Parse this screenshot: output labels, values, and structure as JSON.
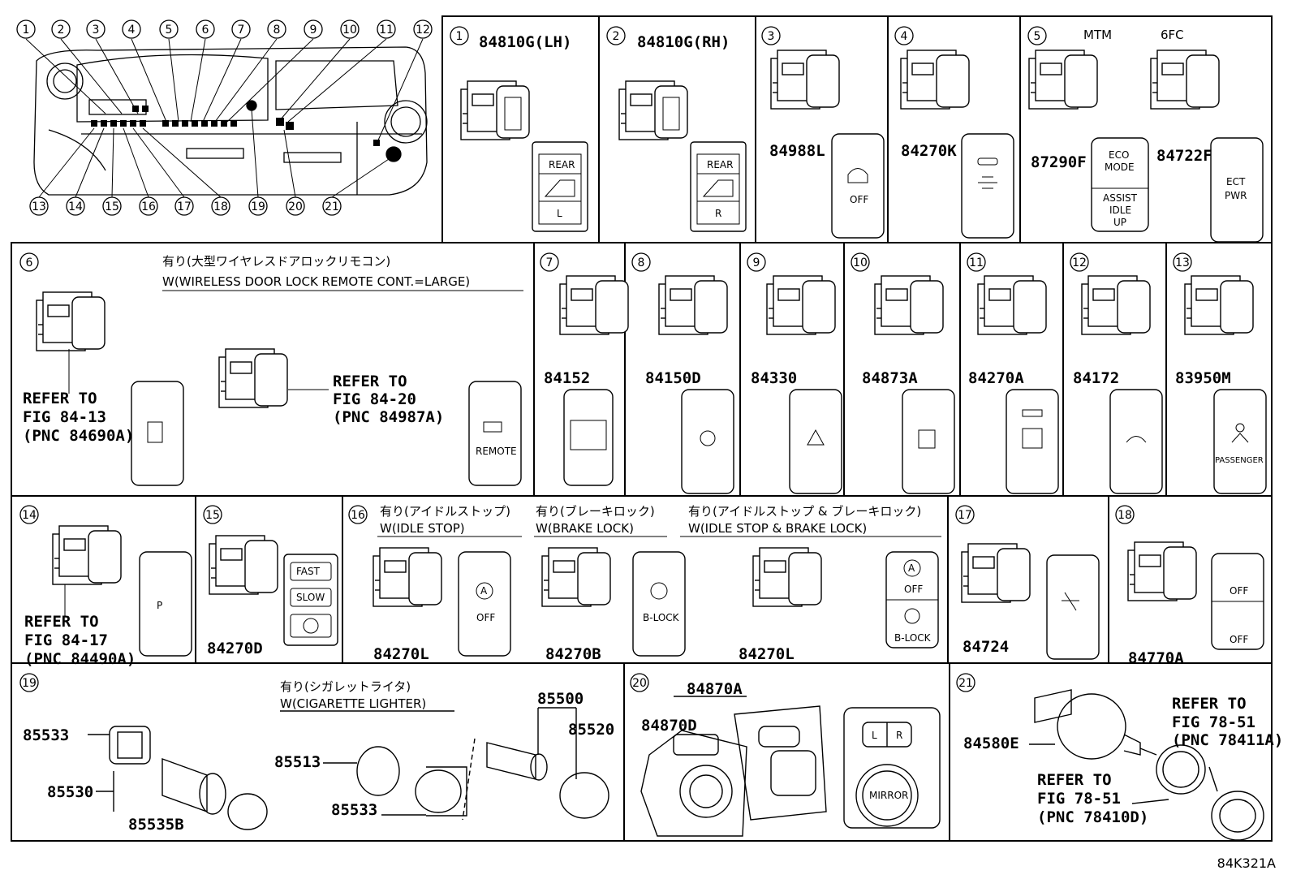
{
  "drawing_code": "84K321A",
  "overview": {
    "callouts": [
      "1",
      "2",
      "3",
      "4",
      "5",
      "6",
      "7",
      "8",
      "9",
      "10",
      "11",
      "12",
      "13",
      "14",
      "15",
      "16",
      "17",
      "18",
      "19",
      "20",
      "21"
    ]
  },
  "cells": [
    {
      "n": "1",
      "parts": [
        "84810G(LH)"
      ],
      "buttons": [
        "REAR",
        "L"
      ]
    },
    {
      "n": "2",
      "parts": [
        "84810G(RH)"
      ],
      "buttons": [
        "REAR",
        "R"
      ]
    },
    {
      "n": "3",
      "parts": [
        "84988L"
      ],
      "buttons": [
        "OFF"
      ]
    },
    {
      "n": "4",
      "parts": [
        "84270K"
      ],
      "buttons": []
    },
    {
      "n": "5",
      "parts": [
        "87290F",
        "84722F"
      ],
      "buttons": [
        "MTM",
        "6FC",
        "ECO",
        "MODE",
        "ASSIST",
        "IDLE",
        "UP",
        "ECT",
        "PWR"
      ]
    },
    {
      "n": "6",
      "parts": [
        "REFER TO",
        "FIG 84-13",
        "(PNC 84690A)",
        "REFER TO",
        "FIG 84-20",
        "(PNC 84987A)"
      ],
      "notes": [
        "有り(大型ワイヤレスドアロックリモコン)",
        "W(WIRELESS DOOR LOCK REMOTE CONT.=LARGE)"
      ],
      "buttons": [
        "REMOTE"
      ]
    },
    {
      "n": "7",
      "parts": [
        "84152"
      ],
      "buttons": []
    },
    {
      "n": "8",
      "parts": [
        "84150D"
      ],
      "buttons": []
    },
    {
      "n": "9",
      "parts": [
        "84330"
      ],
      "buttons": []
    },
    {
      "n": "10",
      "parts": [
        "84873A"
      ],
      "buttons": []
    },
    {
      "n": "11",
      "parts": [
        "84270A"
      ],
      "buttons": []
    },
    {
      "n": "12",
      "parts": [
        "84172"
      ],
      "buttons": []
    },
    {
      "n": "13",
      "parts": [
        "83950M"
      ],
      "buttons": [
        "PASSENGER"
      ]
    },
    {
      "n": "14",
      "parts": [
        "REFER TO",
        "FIG 84-17",
        "(PNC 84490A)"
      ],
      "buttons": [
        "P"
      ]
    },
    {
      "n": "15",
      "parts": [
        "84270D"
      ],
      "buttons": [
        "FAST",
        "SLOW"
      ]
    },
    {
      "n": "16",
      "parts": [
        "84270L",
        "84270B",
        "84270L"
      ],
      "notes": [
        "有り(アイドルストップ)",
        "W(IDLE STOP)",
        "有り(ブレーキロック)",
        "W(BRAKE LOCK)",
        "有り(アイドルストップ & ブレーキロック)",
        "W(IDLE STOP & BRAKE LOCK)"
      ],
      "buttons": [
        "A",
        "OFF",
        "B-LOCK",
        "A",
        "OFF",
        "B-LOCK"
      ]
    },
    {
      "n": "17",
      "parts": [
        "84724"
      ],
      "buttons": []
    },
    {
      "n": "18",
      "parts": [
        "84770A"
      ],
      "buttons": [
        "OFF",
        "OFF"
      ]
    },
    {
      "n": "19",
      "parts": [
        "85533",
        "85530",
        "85535B",
        "85513",
        "85533",
        "85500",
        "85520"
      ],
      "notes": [
        "有り(シガレットライタ)",
        "W(CIGARETTE LIGHTER)"
      ],
      "buttons": []
    },
    {
      "n": "20",
      "parts": [
        "84870A",
        "84870D"
      ],
      "buttons": [
        "L",
        "R",
        "MIRROR"
      ]
    },
    {
      "n": "21",
      "parts": [
        "84580E",
        "REFER TO",
        "FIG 78-51",
        "(PNC 78411A)",
        "REFER TO",
        "FIG 78-51",
        "(PNC 78410D)"
      ],
      "buttons": []
    }
  ]
}
